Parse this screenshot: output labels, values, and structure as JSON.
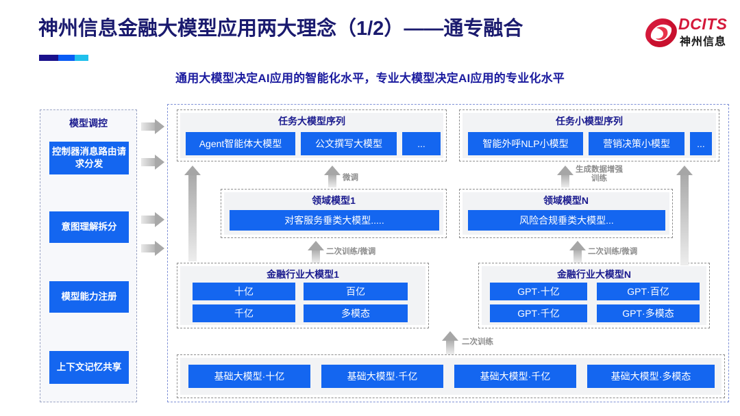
{
  "header": {
    "title": "神州信息金融大模型应用两大理念（1/2）——通专融合",
    "subtitle": "通用大模型决定AI应用的智能化水平，专业大模型决定AI应用的专业化水平",
    "logo": {
      "brand": "DCITS",
      "cn": "神州信息"
    },
    "accent_colors": [
      "#1a118c",
      "#0a5cf5",
      "#20c0ec"
    ]
  },
  "control_panel": {
    "title": "模型调控",
    "items": [
      {
        "label": "控制器消息路由请求分发"
      },
      {
        "label": "意图理解拆分"
      },
      {
        "label": "模型能力注册"
      },
      {
        "label": "上下文记忆共享"
      }
    ]
  },
  "sections": {
    "task_large": {
      "heading": "任务大模型序列",
      "boxes": [
        "Agent智能体大模型",
        "公文撰写大模型",
        "..."
      ]
    },
    "task_small": {
      "heading": "任务小模型序列",
      "boxes": [
        "智能外呼NLP小模型",
        "营销决策小模型",
        "..."
      ]
    },
    "domain_1": {
      "heading": "领域模型1",
      "boxes": [
        "对客服务垂类大模型....."
      ]
    },
    "domain_n": {
      "heading": "领域模型N",
      "boxes": [
        "风险合规垂类大模型..."
      ]
    },
    "industry_1": {
      "heading": "金融行业大模型1",
      "boxes": [
        "十亿",
        "百亿",
        "千亿",
        "多模态"
      ]
    },
    "industry_n": {
      "heading": "金融行业大模型N",
      "boxes": [
        "GPT·十亿",
        "GPT·百亿",
        "GPT·千亿",
        "GPT·多模态"
      ]
    },
    "base": {
      "boxes": [
        "基础大模型·十亿",
        "基础大模型·千亿",
        "基础大模型·千亿",
        "基础大模型·多模态"
      ]
    }
  },
  "arrow_labels": {
    "fine_tune": "微调",
    "data_augment": "生成数据增强\n训练",
    "retrain_tune_left": "二次训练/微调",
    "retrain_tune_right": "二次训练/微调",
    "retrain": "二次训练"
  },
  "colors": {
    "box_blue": "#1466f0",
    "heading_blue": "#1a1a8e",
    "arrow_gray": "#a6a6a6",
    "logo_red": "#d4183a"
  }
}
